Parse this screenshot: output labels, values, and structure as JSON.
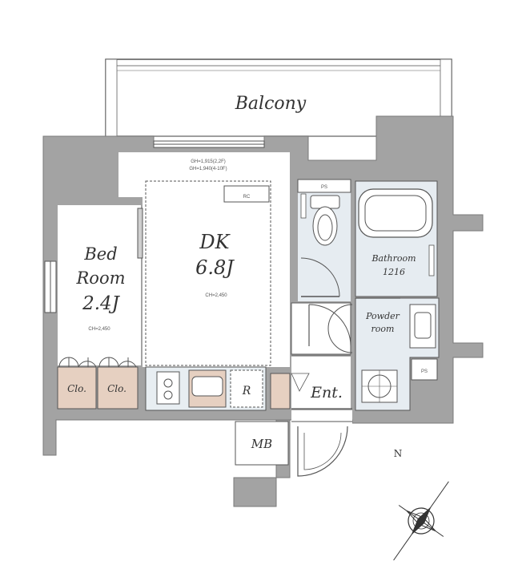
{
  "colors": {
    "wall": "#a3a3a3",
    "wall_outline": "#7a7a7a",
    "wet_area": "#e6ecf1",
    "closet": "#e6d0c1",
    "floor": "#ffffff",
    "line": "#444444"
  },
  "rooms": {
    "balcony": "Balcony",
    "dk_name": "DK",
    "dk_size": "6.8J",
    "dk_ch": "CH=2,450",
    "bed_line1": "Bed",
    "bed_line2": "Room",
    "bed_size": "2.4J",
    "bed_ch": "CH=2,450",
    "bathroom": "Bathroom",
    "bathroom_size": "1216",
    "powder_line1": "Powder",
    "powder_line2": "room",
    "entrance": "Ent.",
    "mb": "MB",
    "closet1": "Clo.",
    "closet2": "Clo.",
    "fridge": "R",
    "ps1": "PS",
    "ps2": "PS",
    "rc": "RC",
    "sash1": "GH=1,915(2,2F)",
    "sash2": "GH=1,940(4-10F)"
  },
  "compass": {
    "north_label": "N",
    "icon": "compass-rose-icon"
  }
}
